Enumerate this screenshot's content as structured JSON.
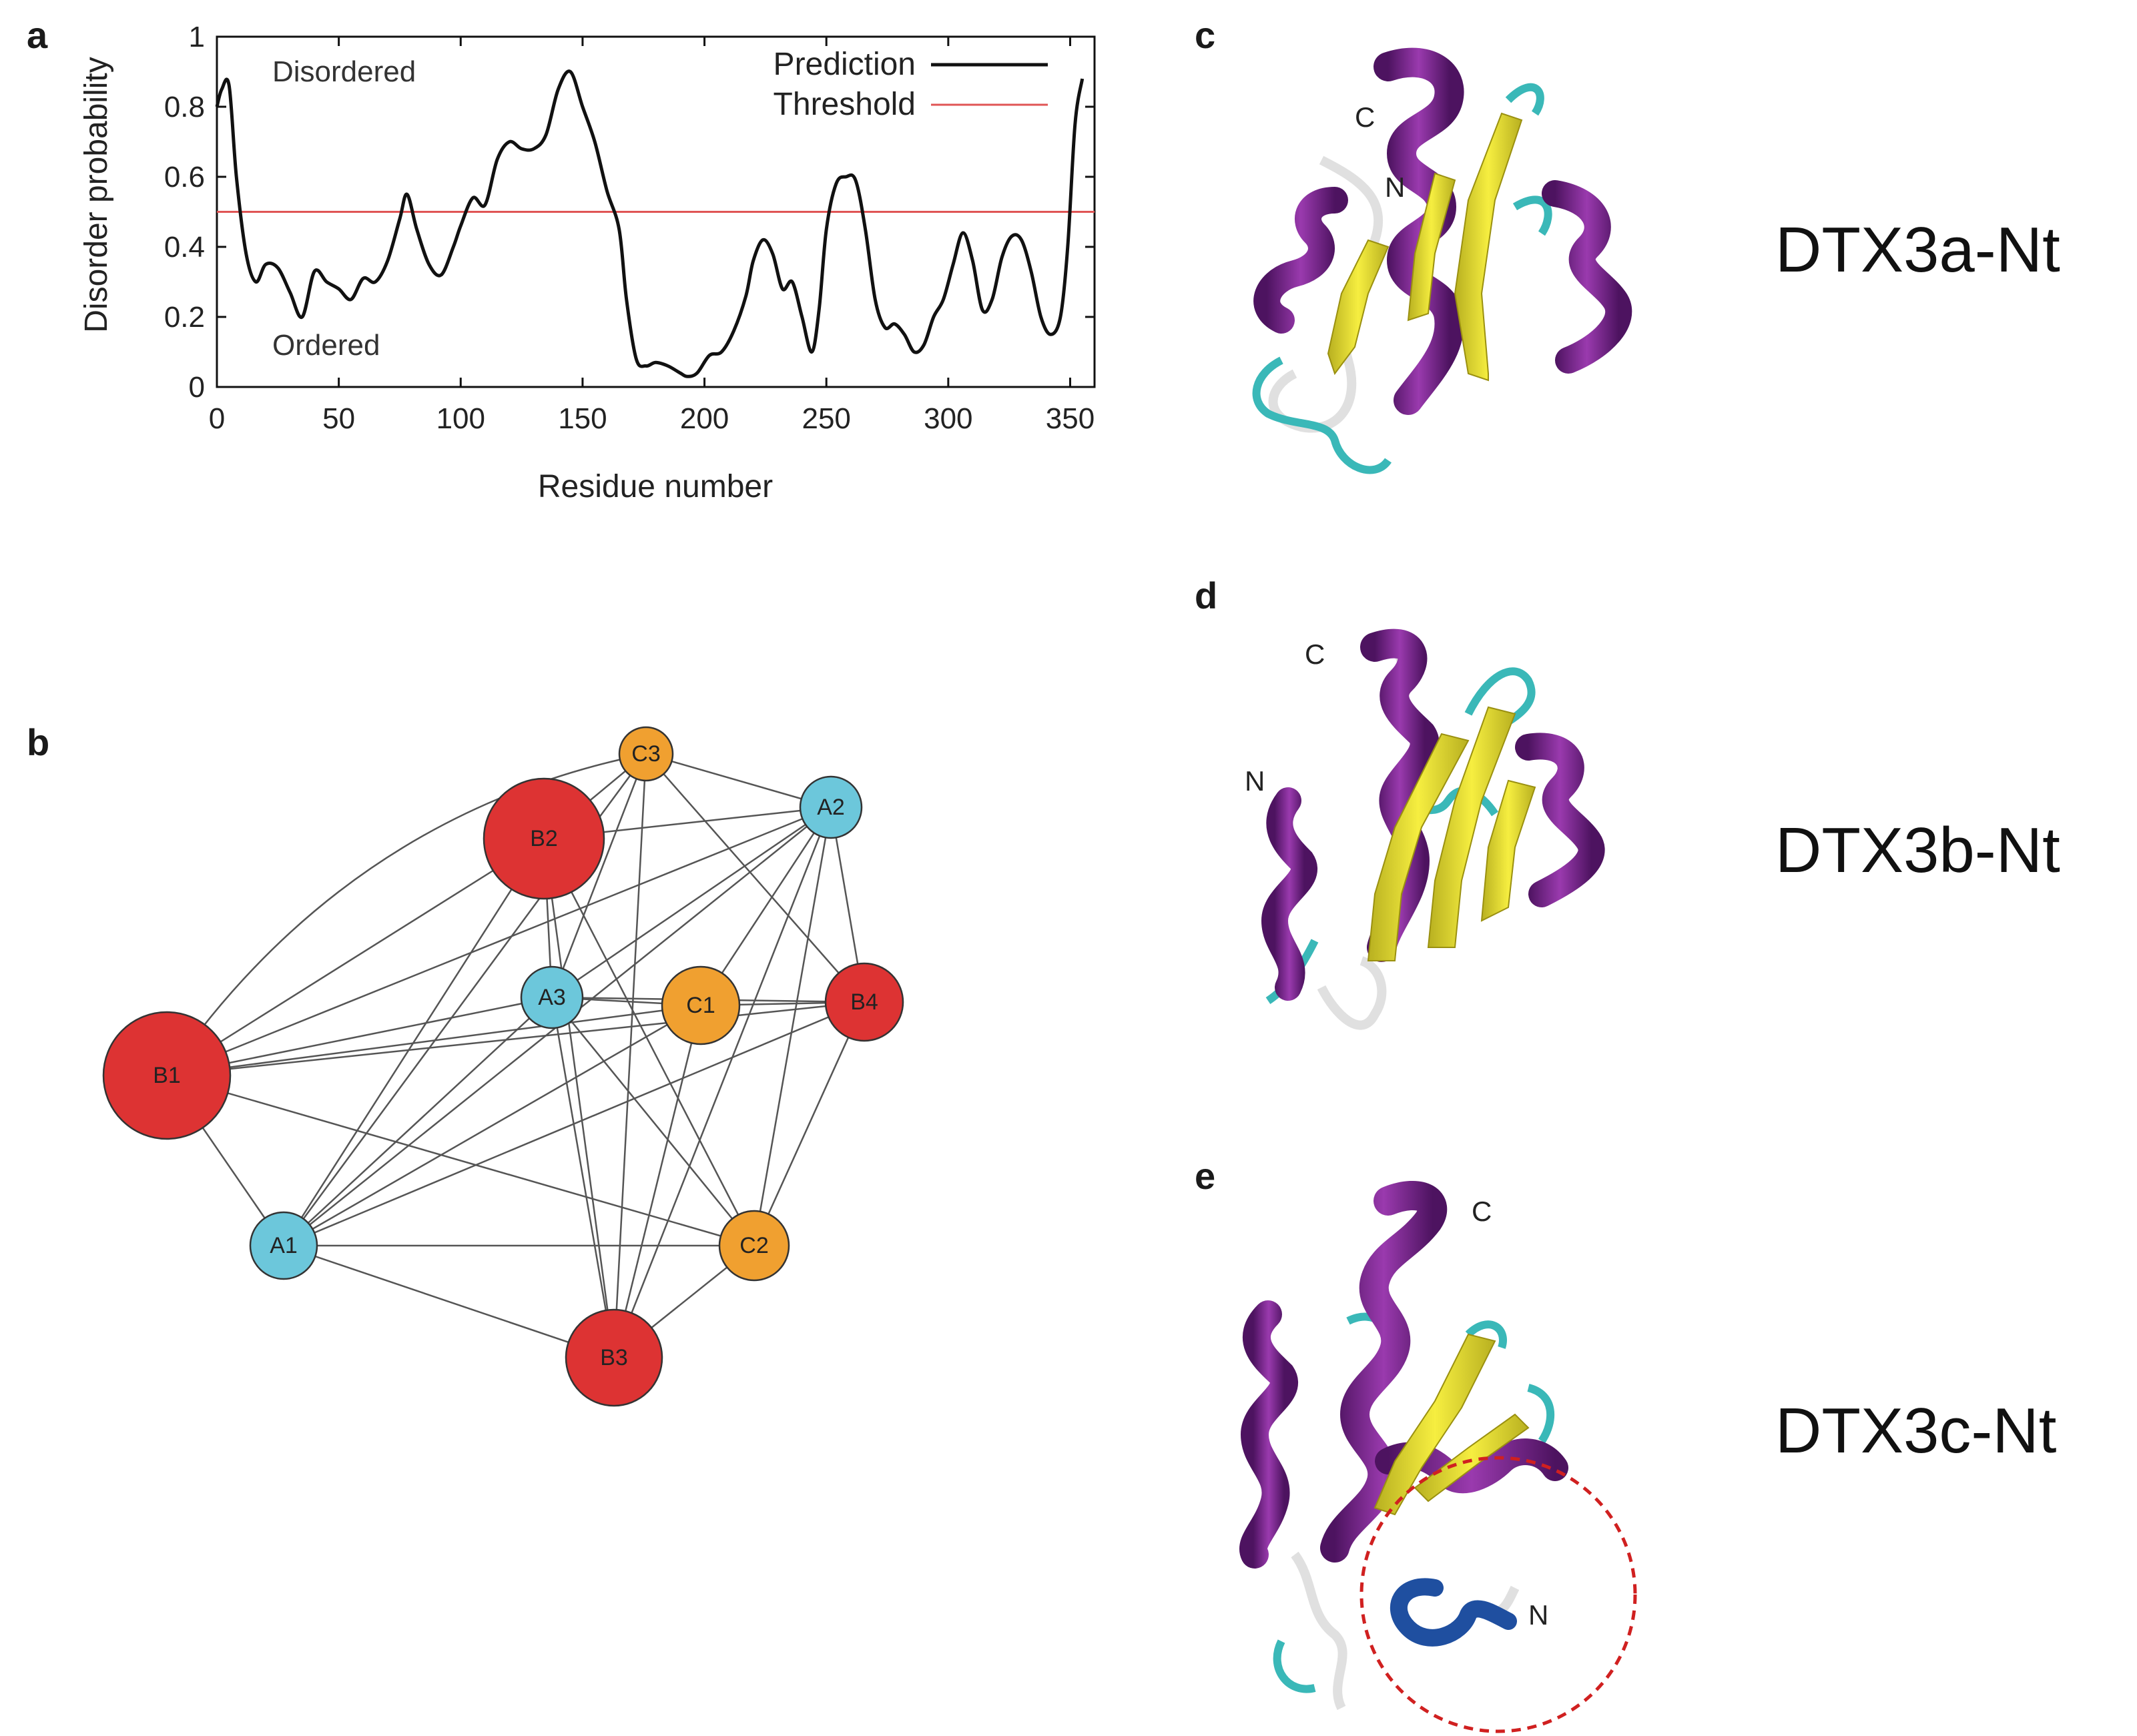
{
  "panels": {
    "a": "a",
    "b": "b",
    "c": "c",
    "d": "d",
    "e": "e"
  },
  "chart_data": {
    "type": "line",
    "ylabel": "Disorder probability",
    "xlabel": "Residue number",
    "xlim": [
      0,
      360
    ],
    "ylim": [
      0,
      1
    ],
    "xticks": [
      0,
      50,
      100,
      150,
      200,
      250,
      300,
      350
    ],
    "yticks": [
      0,
      0.2,
      0.4,
      0.6,
      0.8,
      1
    ],
    "yticklabels": [
      "0",
      "0.2",
      "0.4",
      "0.6",
      "0.8",
      "1"
    ],
    "annotations": {
      "upper": "Disordered",
      "lower": "Ordered"
    },
    "legend_position": "top-right",
    "series": [
      {
        "name": "Prediction",
        "color": "#111111",
        "x": [
          0,
          2,
          5,
          8,
          12,
          16,
          20,
          25,
          30,
          35,
          40,
          45,
          50,
          55,
          60,
          65,
          70,
          75,
          78,
          82,
          87,
          92,
          97,
          100,
          105,
          110,
          115,
          120,
          125,
          130,
          135,
          140,
          145,
          150,
          155,
          160,
          165,
          168,
          172,
          176,
          180,
          185,
          190,
          193,
          197,
          202,
          207,
          212,
          217,
          220,
          224,
          228,
          232,
          236,
          240,
          244,
          247,
          250,
          254,
          258,
          262,
          266,
          270,
          274,
          278,
          282,
          286,
          290,
          294,
          298,
          302,
          306,
          310,
          314,
          318,
          322,
          326,
          330,
          334,
          338,
          342,
          346,
          349,
          352,
          355
        ],
        "y": [
          0.8,
          0.85,
          0.86,
          0.6,
          0.38,
          0.3,
          0.35,
          0.34,
          0.27,
          0.2,
          0.33,
          0.3,
          0.28,
          0.25,
          0.31,
          0.3,
          0.36,
          0.48,
          0.55,
          0.45,
          0.35,
          0.32,
          0.4,
          0.46,
          0.54,
          0.52,
          0.65,
          0.7,
          0.68,
          0.68,
          0.72,
          0.85,
          0.9,
          0.8,
          0.7,
          0.56,
          0.45,
          0.25,
          0.08,
          0.06,
          0.07,
          0.06,
          0.04,
          0.03,
          0.04,
          0.09,
          0.1,
          0.16,
          0.26,
          0.36,
          0.42,
          0.38,
          0.28,
          0.3,
          0.2,
          0.1,
          0.22,
          0.45,
          0.58,
          0.6,
          0.59,
          0.45,
          0.25,
          0.17,
          0.18,
          0.15,
          0.1,
          0.12,
          0.2,
          0.25,
          0.35,
          0.44,
          0.36,
          0.22,
          0.25,
          0.37,
          0.43,
          0.42,
          0.33,
          0.2,
          0.15,
          0.2,
          0.4,
          0.75,
          0.88
        ]
      },
      {
        "name": "Threshold",
        "color": "#e05555",
        "x": [
          0,
          360
        ],
        "y": [
          0.5,
          0.5
        ]
      }
    ]
  },
  "network": {
    "colors": {
      "A": "#6cc7db",
      "B": "#dd3333",
      "C": "#f0a030"
    },
    "nodes": [
      {
        "id": "C3",
        "label": "C3",
        "group": "C"
      },
      {
        "id": "A2",
        "label": "A2",
        "group": "A"
      },
      {
        "id": "B2",
        "label": "B2",
        "group": "B"
      },
      {
        "id": "A3",
        "label": "A3",
        "group": "A"
      },
      {
        "id": "C1",
        "label": "C1",
        "group": "C"
      },
      {
        "id": "B4",
        "label": "B4",
        "group": "B"
      },
      {
        "id": "B1",
        "label": "B1",
        "group": "B"
      },
      {
        "id": "A1",
        "label": "A1",
        "group": "A"
      },
      {
        "id": "C2",
        "label": "C2",
        "group": "C"
      },
      {
        "id": "B3",
        "label": "B3",
        "group": "B"
      }
    ],
    "edges": [
      [
        "B1",
        "C3"
      ],
      [
        "B1",
        "A2"
      ],
      [
        "B1",
        "B2"
      ],
      [
        "B1",
        "A3"
      ],
      [
        "B1",
        "C1"
      ],
      [
        "B1",
        "B4"
      ],
      [
        "B1",
        "A1"
      ],
      [
        "B1",
        "C2"
      ],
      [
        "B2",
        "C3"
      ],
      [
        "B2",
        "A2"
      ],
      [
        "B2",
        "A1"
      ],
      [
        "B2",
        "B3"
      ],
      [
        "B2",
        "C2"
      ],
      [
        "B2",
        "A3"
      ],
      [
        "C3",
        "A2"
      ],
      [
        "C3",
        "A3"
      ],
      [
        "C3",
        "B4"
      ],
      [
        "C3",
        "A1"
      ],
      [
        "C3",
        "B3"
      ],
      [
        "A2",
        "A3"
      ],
      [
        "A2",
        "C1"
      ],
      [
        "A2",
        "B4"
      ],
      [
        "A2",
        "B3"
      ],
      [
        "A2",
        "C2"
      ],
      [
        "A2",
        "A1"
      ],
      [
        "A3",
        "C1"
      ],
      [
        "A3",
        "B4"
      ],
      [
        "A3",
        "A1"
      ],
      [
        "A3",
        "B3"
      ],
      [
        "A3",
        "C2"
      ],
      [
        "C1",
        "B4"
      ],
      [
        "C1",
        "A1"
      ],
      [
        "C1",
        "B3"
      ],
      [
        "B4",
        "C2"
      ],
      [
        "B4",
        "A1"
      ],
      [
        "A1",
        "C2"
      ],
      [
        "A1",
        "B3"
      ],
      [
        "C2",
        "B3"
      ]
    ]
  },
  "structures": [
    {
      "name": "DTX3a-Nt",
      "labels": {
        "c_term": "C",
        "n_term": "N"
      }
    },
    {
      "name": "DTX3b-Nt",
      "labels": {
        "c_term": "C",
        "n_term": "N"
      }
    },
    {
      "name": "DTX3c-Nt",
      "labels": {
        "c_term": "C",
        "n_term": "N"
      }
    }
  ],
  "structure_colors": {
    "helix": "#7a2a8a",
    "sheet": "#e8e030",
    "turn": "#3ab8b8",
    "coil": "#e0e0e0",
    "highlight_helix": "#1f4fa0",
    "highlight_circle": "#d02020"
  }
}
